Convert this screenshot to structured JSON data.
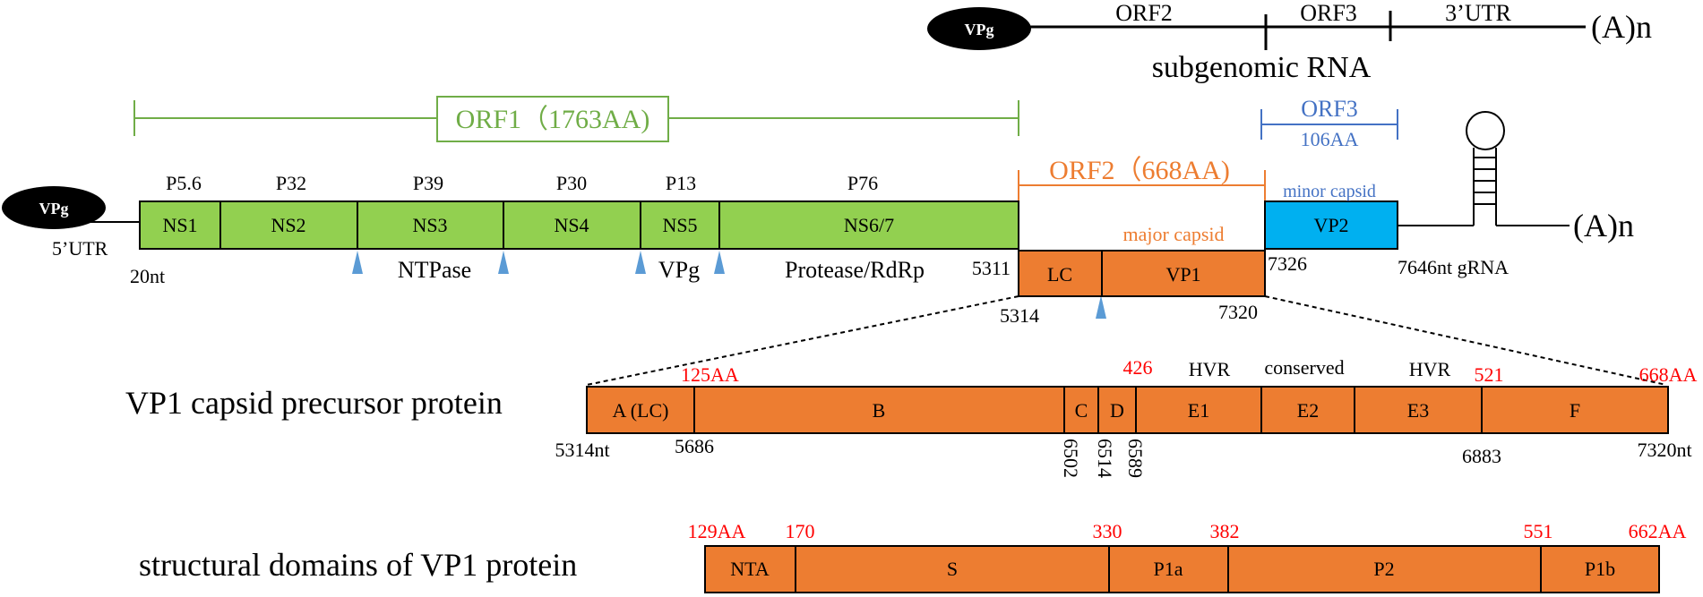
{
  "colors": {
    "green": "#92d050",
    "green_text": "#70ad47",
    "orange": "#ed7d31",
    "blue": "#00b0f0",
    "blue_text": "#4472c4",
    "red": "#ff0000",
    "black": "#000000",
    "triangle": "#5b9bd5"
  },
  "subgenomic": {
    "vpg": "VPg",
    "orf2": "ORF2",
    "orf3": "ORF3",
    "utr3": "3’UTR",
    "polya": "(A)n",
    "title": "subgenomic RNA"
  },
  "genome": {
    "vpg": "VPg",
    "utr5": "5’UTR",
    "start_nt": "20nt",
    "orf1_label": "ORF1（1763AA)",
    "orf2_label": "ORF2（668AA)",
    "orf3_label": "ORF3",
    "orf3_aa": "106AA",
    "proteins": [
      "P5.6",
      "P32",
      "P39",
      "P30",
      "P13",
      "P76"
    ],
    "ns": [
      "NS1",
      "NS2",
      "NS3",
      "NS4",
      "NS5",
      "NS6/7"
    ],
    "functions": [
      "NTPase",
      "VPg",
      "Protease/RdRp"
    ],
    "lc": "LC",
    "vp1": "VP1",
    "vp2": "VP2",
    "major_capsid": "major capsid",
    "minor_capsid": "minor capsid",
    "n5311": "5311",
    "n5314": "5314",
    "n7320": "7320",
    "n7326": "7326",
    "grna": "7646nt gRNA",
    "polya": "(A)n"
  },
  "vp1_precursor": {
    "title": "VP1 capsid precursor protein",
    "segments": [
      "A (LC)",
      "B",
      "C",
      "D",
      "E1",
      "E2",
      "E3",
      "F"
    ],
    "aa_marks": [
      "125AA",
      "426",
      "521",
      "668AA"
    ],
    "region_labels": [
      "HVR",
      "conserved",
      "HVR"
    ],
    "nt_marks": [
      "5314nt",
      "5686",
      "6502",
      "6514",
      "6589",
      "6883",
      "7320nt"
    ]
  },
  "structural": {
    "title": "structural domains of VP1 protein",
    "segments": [
      "NTA",
      "S",
      "P1a",
      "P2",
      "P1b"
    ],
    "aa_marks": [
      "129AA",
      "170",
      "330",
      "382",
      "551",
      "662AA"
    ]
  }
}
